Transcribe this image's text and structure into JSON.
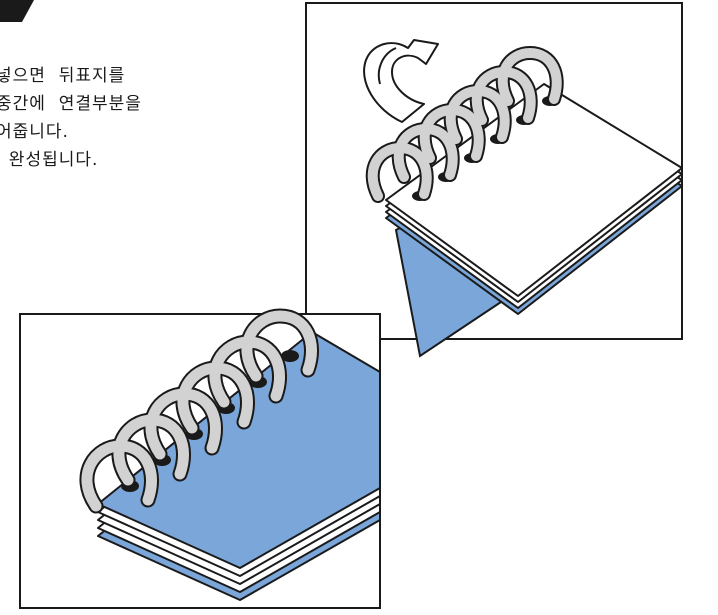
{
  "instructions": {
    "lines": [
      "넣으면  뒤표지를",
      "중간에  연결부분을",
      "어줍니다.",
      "  완성됩니다."
    ]
  },
  "colors": {
    "cover_blue": "#7aa6d9",
    "ring_gray": "#d2d2d2",
    "outline": "#1a1a1a"
  },
  "icons": {
    "rotate_arrow": "rotate-arrow-icon"
  }
}
